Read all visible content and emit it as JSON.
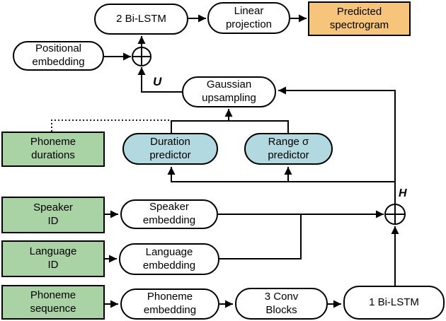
{
  "diagram": {
    "type": "architecture-flowchart",
    "nodes": {
      "bi_lstm_2": "2 Bi-LSTM",
      "linear_projection": "Linear\nprojection",
      "predicted_spectrogram": "Predicted\nspectrogram",
      "positional_embedding": "Positional\nembedding",
      "gaussian_upsampling": "Gaussian\nupsampling",
      "phoneme_durations": "Phoneme\ndurations",
      "duration_predictor": "Duration\npredictor",
      "range_predictor": "Range σ\npredictor",
      "speaker_id": "Speaker\nID",
      "speaker_embedding": "Speaker\nembedding",
      "language_id": "Language\nID",
      "language_embedding": "Language\nembedding",
      "phoneme_sequence": "Phoneme\nsequence",
      "phoneme_embedding": "Phoneme\nembedding",
      "conv_blocks": "3 Conv\nBlocks",
      "bi_lstm_1": "1 Bi-LSTM"
    },
    "annotations": {
      "upsampled": "U",
      "hidden": "H"
    },
    "colors": {
      "input_green": "#A9D3A4",
      "predictor_blue": "#B2D8E0",
      "output_orange": "#F6C57B",
      "line_black": "#000000",
      "background": "#FFFFFF"
    }
  }
}
